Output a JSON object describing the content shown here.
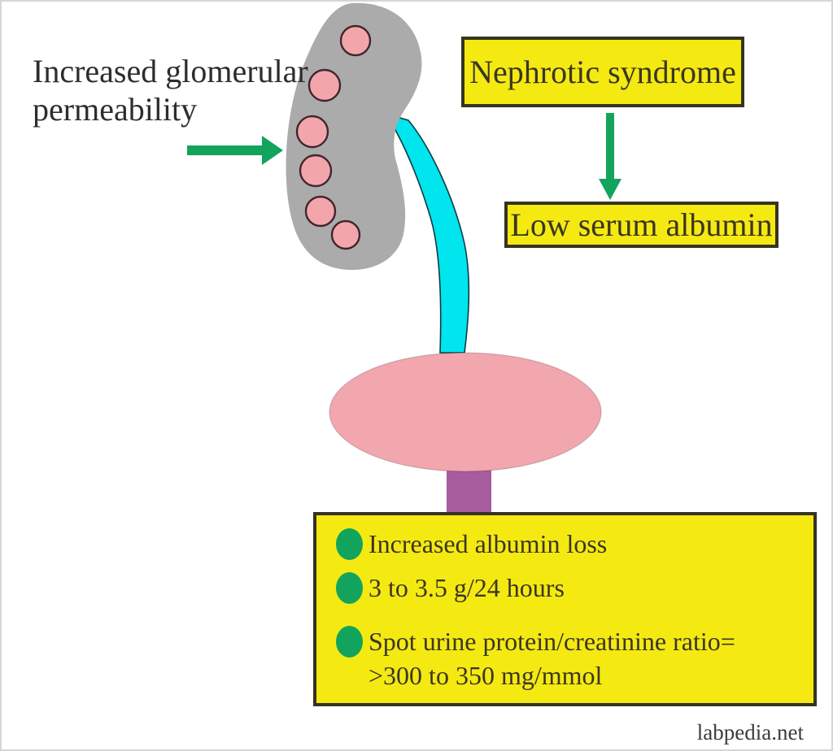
{
  "diagram": {
    "label_permeability": "Increased glomerular permeability",
    "flow_boxes": {
      "nephrotic": "Nephrotic syndrome",
      "low_serum_albumin": "Low serum albumin"
    },
    "findings": {
      "item1": "Increased albumin loss",
      "item2": "3 to 3.5 g/24 hours",
      "item3_line1": "Spot urine protein/creatinine ratio=",
      "item3_line2": ">300 to 350 mg/mmol"
    },
    "watermark": "labpedia.net",
    "colors": {
      "box_yellow": "#f5e912",
      "box_border": "#363322",
      "arrow_green": "#12a45c",
      "bullet_green": "#12a45c",
      "kidney_gray": "#ababab",
      "glomerulus_pink": "#f2a6ac",
      "ureter_cyan": "#00e5ee",
      "bladder_pink": "#f2a6ae",
      "urethra_purple": "#a65c9d",
      "text_dark": "#3a3622"
    }
  }
}
